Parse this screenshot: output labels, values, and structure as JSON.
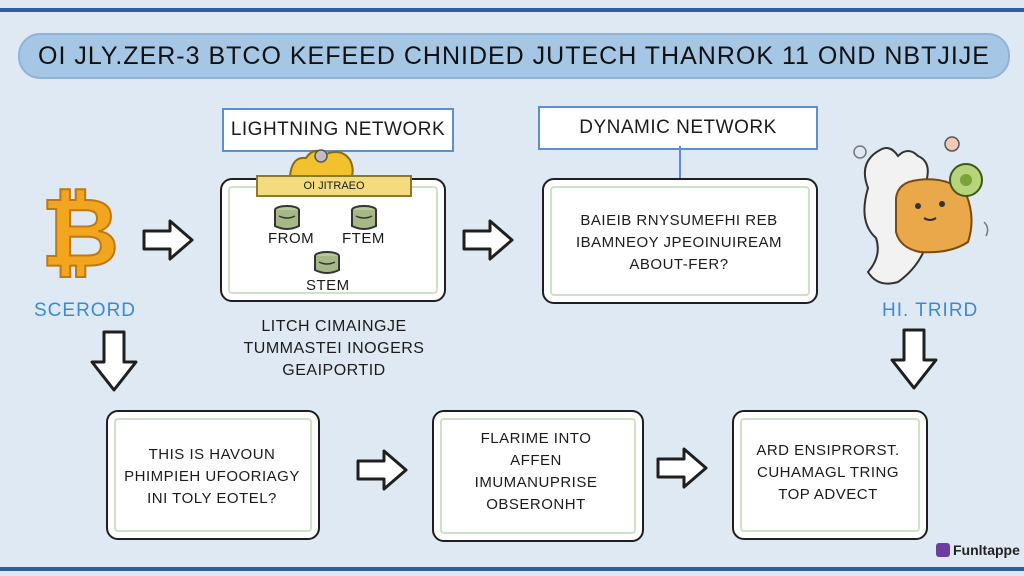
{
  "title": "OI JLY.ZER-3 BTCO KEFEED CHNIDED JUTECH THANROK  11 OND NBTJIJE",
  "top_row": {
    "lightning_tag": "LIGHTNING NETWORK",
    "lightning_subtag": "OI JITRAEO",
    "db_labels": [
      "FROM",
      "FTEM",
      "STEM"
    ],
    "lightning_caption": [
      "LITCH CIMAINGJE",
      "TUMMASTEI INOGERS",
      "GEAIPORTID"
    ],
    "dynamic_tag": "DYNAMIC NETWORK",
    "dynamic_text": [
      "BAIEIB RNYSUMEFHI REB",
      "IBAMNEOY JPEOINUIREAM",
      "ABOUT-FER?"
    ],
    "left_label": "SCERORD",
    "right_label": "HI. TRIRD"
  },
  "bottom_row": {
    "box1": [
      "THIS IS HAVOUN",
      "PHIMPIEH UFOORIAGY",
      "INI TOLY EOTEL?"
    ],
    "box2": [
      "FLARIME INTO",
      "AFFEN",
      "IMUMANUPRISE",
      "OBSERONHT"
    ],
    "box3": [
      "ARD ENSIPRORST.",
      "CUHAMAGL TRING",
      "TOP ADVECT"
    ]
  },
  "brand": "Funltappe",
  "colors": {
    "background": "#dfe9f3",
    "banner": "#a6c6e6",
    "accent_blue": "#3b8bd0",
    "bitcoin_orange": "#f2a51e"
  },
  "icons": [
    "bitcoin-icon",
    "database-icon",
    "cartoon-creature-icon"
  ]
}
